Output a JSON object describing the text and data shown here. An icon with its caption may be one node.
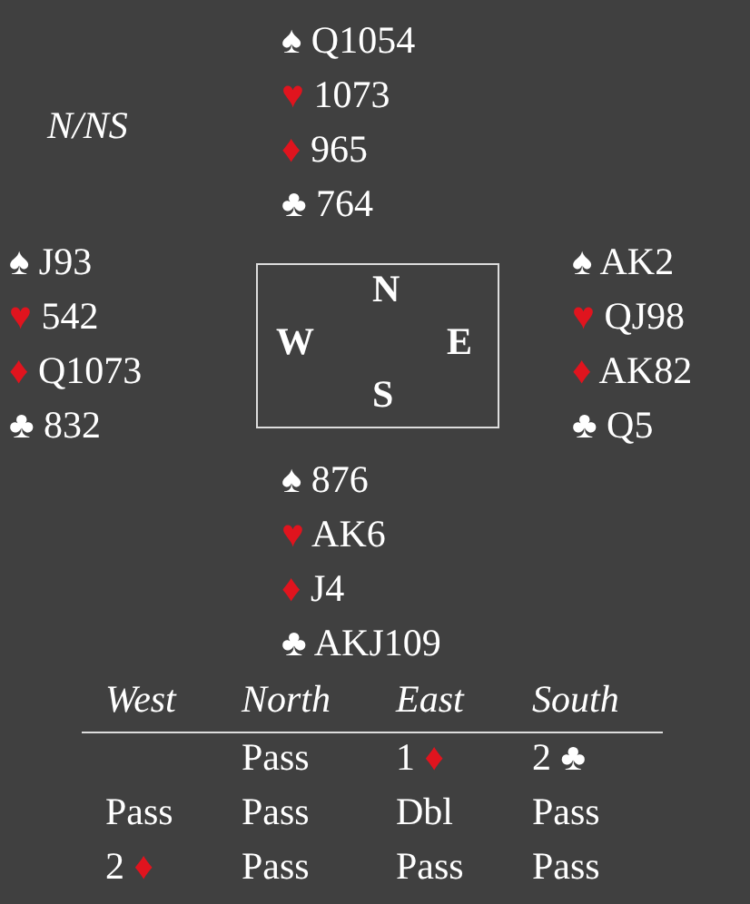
{
  "diagram": {
    "nodes": [
      {
        "text": [
          "N",
          "W",
          "E",
          "S"
        ]
      }
    ],
    "labels": [
      "♠ Q1054",
      "♥ 1073",
      "♦ 965",
      "♣ 764",
      "N/NS",
      "♠ J93",
      "♥ 542",
      "♦ Q1073",
      "♣ 832",
      "♠ AK2",
      "♥ QJ98",
      "♦ AK82",
      "♣ Q5",
      "♠ 876",
      "♥ AK6",
      "♦ J4",
      "♣ AKJ109",
      "West",
      "North",
      "East",
      "South",
      "Pass",
      "1 ♦",
      "2 ♣",
      "Pass",
      "Pass",
      "Dbl",
      "Pass",
      "2 ♦",
      "Pass",
      "Pass",
      "Pass"
    ]
  }
}
